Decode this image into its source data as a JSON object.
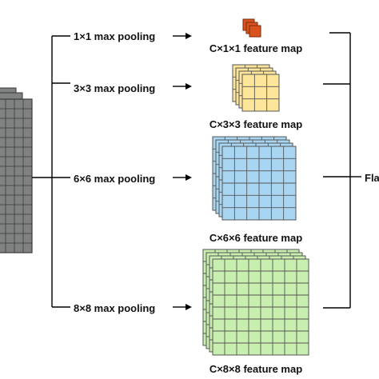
{
  "pooling": [
    {
      "label": "1×1 max pooling",
      "caption": "C×1×1 feature map",
      "grid": 1,
      "fill": "#d9531e",
      "stroke": "#7a2a0a"
    },
    {
      "label": "3×3 max pooling",
      "caption": "C×3×3 feature map",
      "grid": 3,
      "fill": "#fde59a",
      "stroke": "#555555"
    },
    {
      "label": "6×6 max pooling",
      "caption": "C×6×6 feature map",
      "grid": 6,
      "fill": "#a8d5f2",
      "stroke": "#555555"
    },
    {
      "label": "8×8 max pooling",
      "caption": "C×8×8 feature map",
      "grid": 8,
      "fill": "#c9efb0",
      "stroke": "#555555"
    }
  ],
  "output_label_partial": "Fla",
  "colors": {
    "input_block": "#7f8281",
    "input_grid": "#3a3a3a",
    "lines": "#000000"
  }
}
